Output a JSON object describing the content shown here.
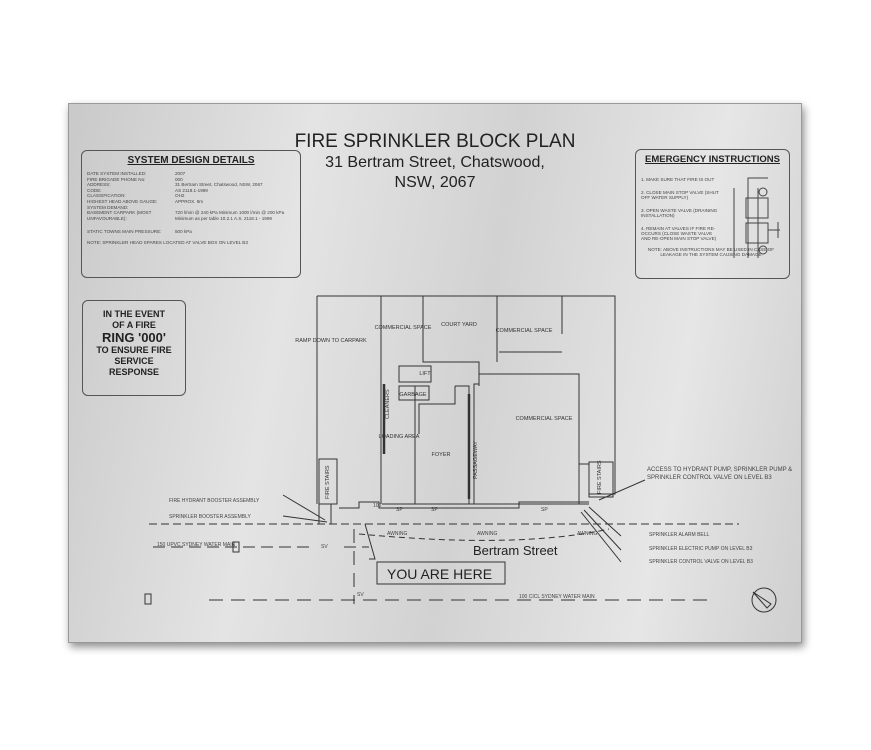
{
  "header": {
    "title": "FIRE SPRINKLER BLOCK PLAN",
    "address_line1": "31 Bertram Street, Chatswood,",
    "address_line2": "NSW, 2067"
  },
  "system_design": {
    "heading": "SYSTEM DESIGN DETAILS",
    "rows": [
      {
        "k": "DATE SYSTEM INSTALLED:",
        "v": "2007"
      },
      {
        "k": "FIRE BRIGADE PHONE No:",
        "v": "000"
      },
      {
        "k": "ADDRESS:",
        "v": "31 Bertram Street, Chatswood, NSW, 2067"
      },
      {
        "k": "CODE:",
        "v": "AS 2118.1-1999"
      },
      {
        "k": "CLASSIFICATION:",
        "v": "OH2"
      },
      {
        "k": "HIGHEST HEAD ABOVE GAUGE:",
        "v": "APPROX. 9m"
      },
      {
        "k": "SYSTEM DEMAND:",
        "v": ""
      },
      {
        "k": "BASEMENT CARPARK (MOST UNFAVOURABLE):",
        "v": "720 l/min @ 240 kPa Minimum 1000 l/min @ 200 kPa Minimum as per table 10.2.1 A.S. 2118.1 - 1999"
      },
      {
        "k": "STATIC TOWNS MAIN PRESSURE:",
        "v": "500 kPa"
      }
    ],
    "note": "NOTE: SPRINKLER HEAD SPARES LOCATED AT VALVE BOX ON LEVEL B3"
  },
  "emergency": {
    "heading": "EMERGENCY INSTRUCTIONS",
    "steps": [
      "1. MAKE SURE THAT FIRE IS OUT",
      "2. CLOSE MAIN STOP VALVE (SHUT OFF WATER SUPPLY)",
      "3. OPEN WASTE VALVE (DRAINING INSTALLATION)",
      "4. REMAIN AT VALVES IF FIRE RE-OCCURS (CLOSE WASTE VALVE AND RE-OPEN MAIN STOP VALVE)"
    ],
    "note": "NOTE: ABOVE INSTRUCTIONS MAY BE USED IN CASE OF LEAKAGE IN THE SYSTEM CAUSING DAMAGE"
  },
  "ring": {
    "line1": "IN THE EVENT",
    "line2": "OF A FIRE",
    "line3": "RING '000'",
    "line4": "TO ENSURE FIRE",
    "line5": "SERVICE",
    "line6": "RESPONSE"
  },
  "plan": {
    "rooms": {
      "ramp": "RAMP DOWN TO CARPARK",
      "commercial1": "COMMERCIAL SPACE",
      "court": "COURT YARD",
      "commercial2": "COMMERCIAL SPACE",
      "lift": "LIFT",
      "garbage": "GARBAGE",
      "loading": "LOADING AREA",
      "foyer": "FOYER",
      "passageway": "PASSAGEWAY",
      "commercial3": "COMMERCIAL SPACE",
      "stairs1": "FIRE STAIRS",
      "stairs2": "FIRE STAIRS",
      "cleaners": "CLEANERS"
    },
    "labels": {
      "hydrant_booster": "FIRE HYDRANT BOOSTER ASSEMBLY",
      "sprinkler_booster": "SPRINKLER BOOSTER ASSEMBLY",
      "water_main1": "150 UPVC SYDNEY WATER MAIN",
      "water_main2": "100 CICL SYDNEY WATER MAIN",
      "access": "ACCESS TO HYDRANT PUMP, SPRINKLER PUMP & SPRINKLER CONTROL VALVE ON LEVEL B3",
      "alarm_bell": "SPRINKLER ALARM BELL",
      "electric_pump": "SPRINKLER ELECTRIC PUMP ON LEVEL B3",
      "control_valve": "SPRINKLER CONTROL VALVE ON LEVEL B3",
      "street": "Bertram Street",
      "you_are_here": "YOU ARE HERE",
      "awning": "AWNING",
      "sp": "SP",
      "sv": "SV",
      "pipe100": "100"
    }
  }
}
